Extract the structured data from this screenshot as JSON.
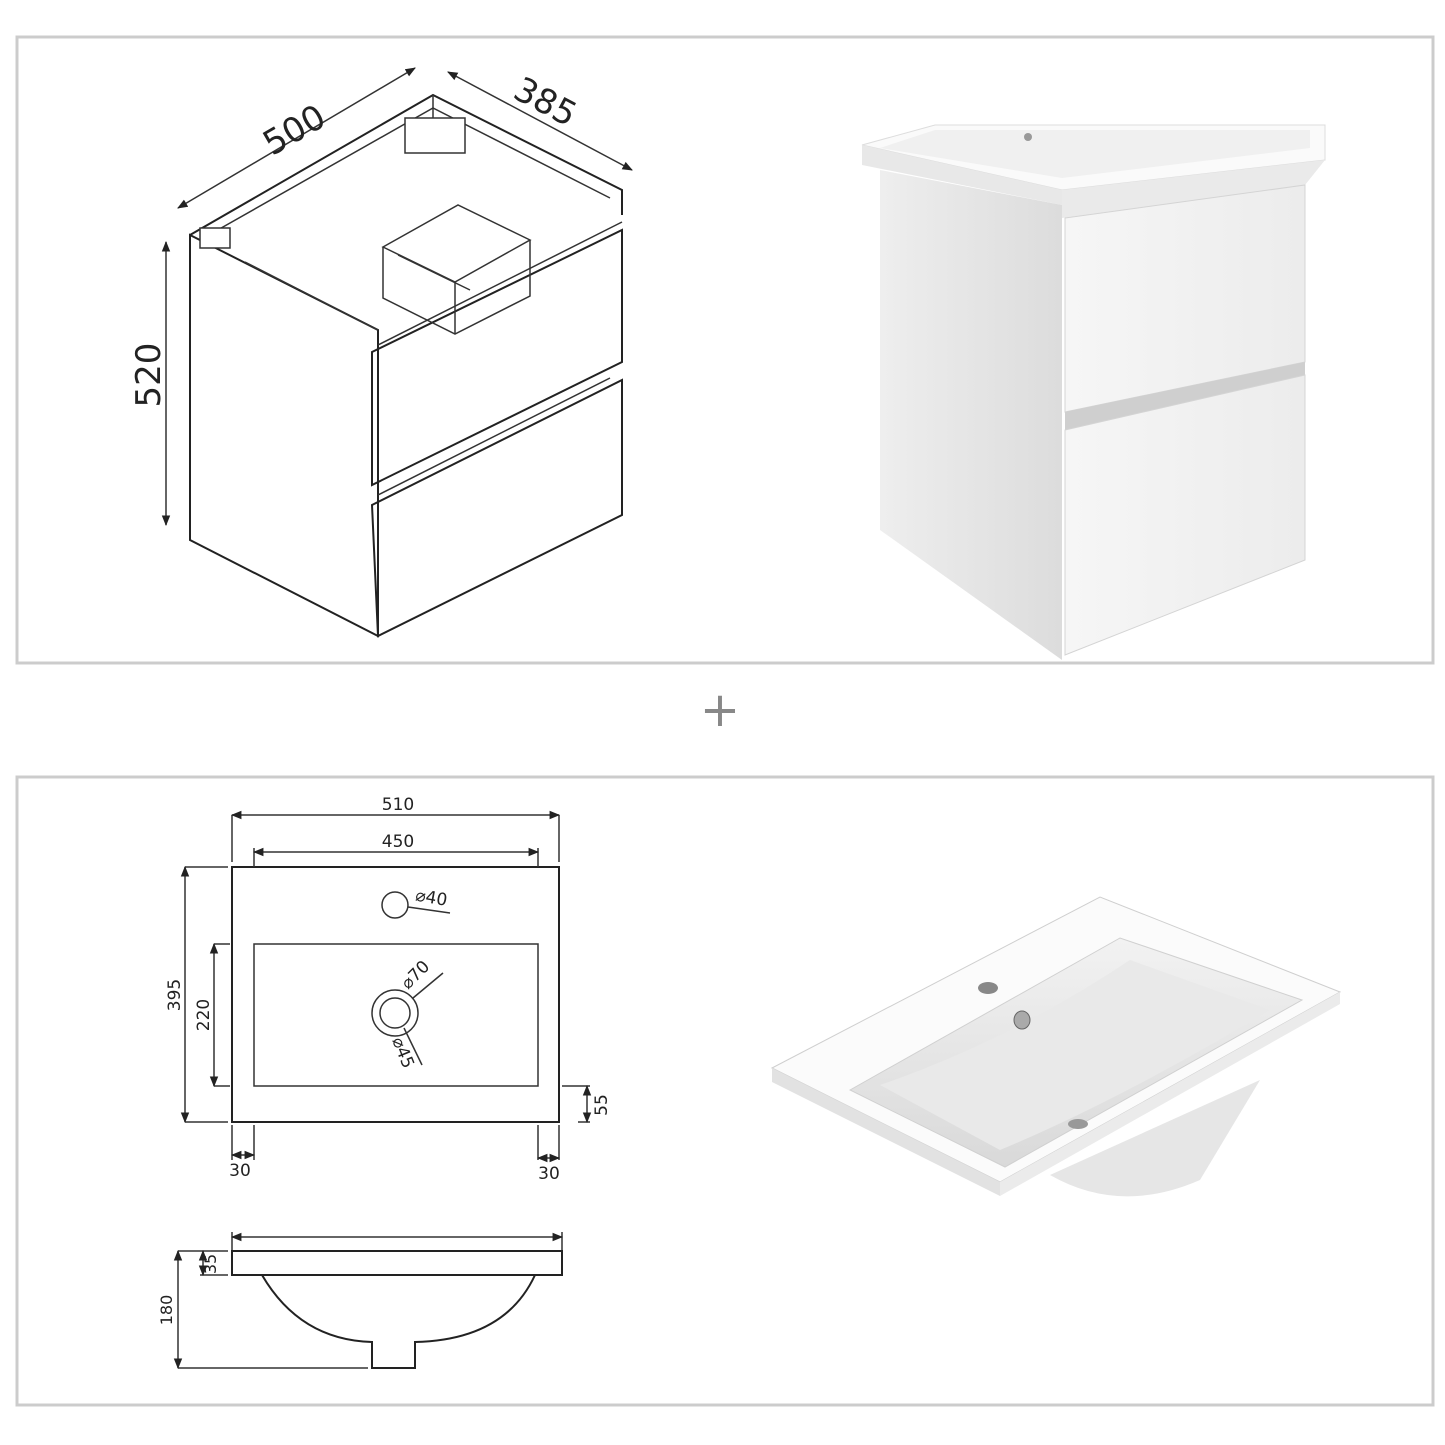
{
  "separator_symbol": "+",
  "cabinet_drawing": {
    "width": "500",
    "depth": "385",
    "height": "520"
  },
  "basin_plan": {
    "overall_width": "510",
    "bowl_width": "450",
    "overall_depth": "395",
    "bowl_depth": "220",
    "tap_hole": "⌀40",
    "drain_outer": "⌀70",
    "drain_inner": "⌀45",
    "front_margin": "55",
    "left_margin": "30",
    "right_margin": "30"
  },
  "basin_side": {
    "slab_thickness": "35",
    "total_height": "180"
  },
  "colors": {
    "panel_border": "#cccccc",
    "line": "#222222"
  }
}
